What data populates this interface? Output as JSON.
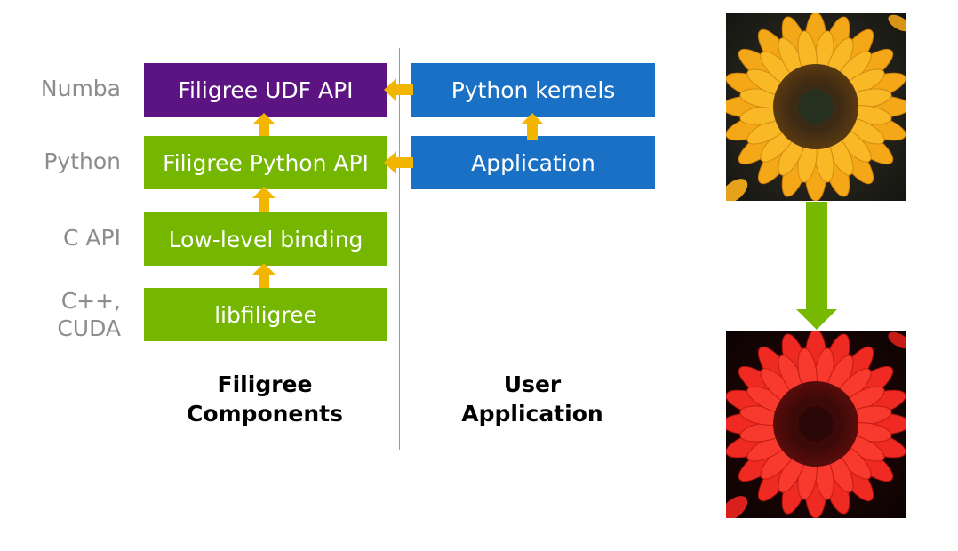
{
  "colors": {
    "purple": "#5b1482",
    "green": "#74b600",
    "blue": "#1a70c5",
    "arrow_yellow": "#f2b600",
    "arrow_green": "#76b900",
    "label_gray": "#8c8c8c"
  },
  "layer_labels": {
    "numba": "Numba",
    "python": "Python",
    "c_api": "C API",
    "cpp_line1": "C++,",
    "cpp_line2": "CUDA"
  },
  "filigree_components": {
    "udf_api": "Filigree UDF API",
    "python_api": "Filigree Python API",
    "binding": "Low-level binding",
    "lib": "libfiligree"
  },
  "user_application": {
    "kernels": "Python kernels",
    "application": "Application"
  },
  "headings": {
    "components_line1": "Filigree",
    "components_line2": "Components",
    "user_line1": "User",
    "user_line2": "Application"
  },
  "images": {
    "top": "sunflower-original",
    "bottom": "sunflower-red-filtered"
  }
}
